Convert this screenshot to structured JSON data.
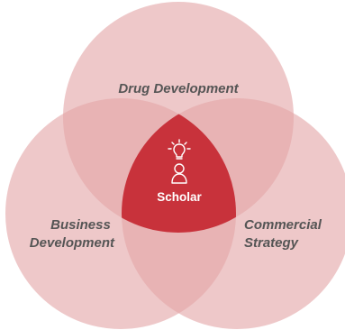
{
  "diagram": {
    "type": "venn-3",
    "sets": [
      {
        "label": "Drug Development"
      },
      {
        "label_lines": [
          "Business",
          "Development"
        ]
      },
      {
        "label_lines": [
          "Commercial",
          "Strategy"
        ]
      }
    ],
    "center": {
      "label": "Scholar",
      "icons": [
        "lightbulb-icon",
        "person-icon"
      ]
    },
    "colors": {
      "circle_fill": "#e3a6a8",
      "pair_overlap_fill": "#d48488",
      "center_fill": "#c8323b",
      "label_text": "#555555",
      "center_text": "#ffffff"
    }
  }
}
